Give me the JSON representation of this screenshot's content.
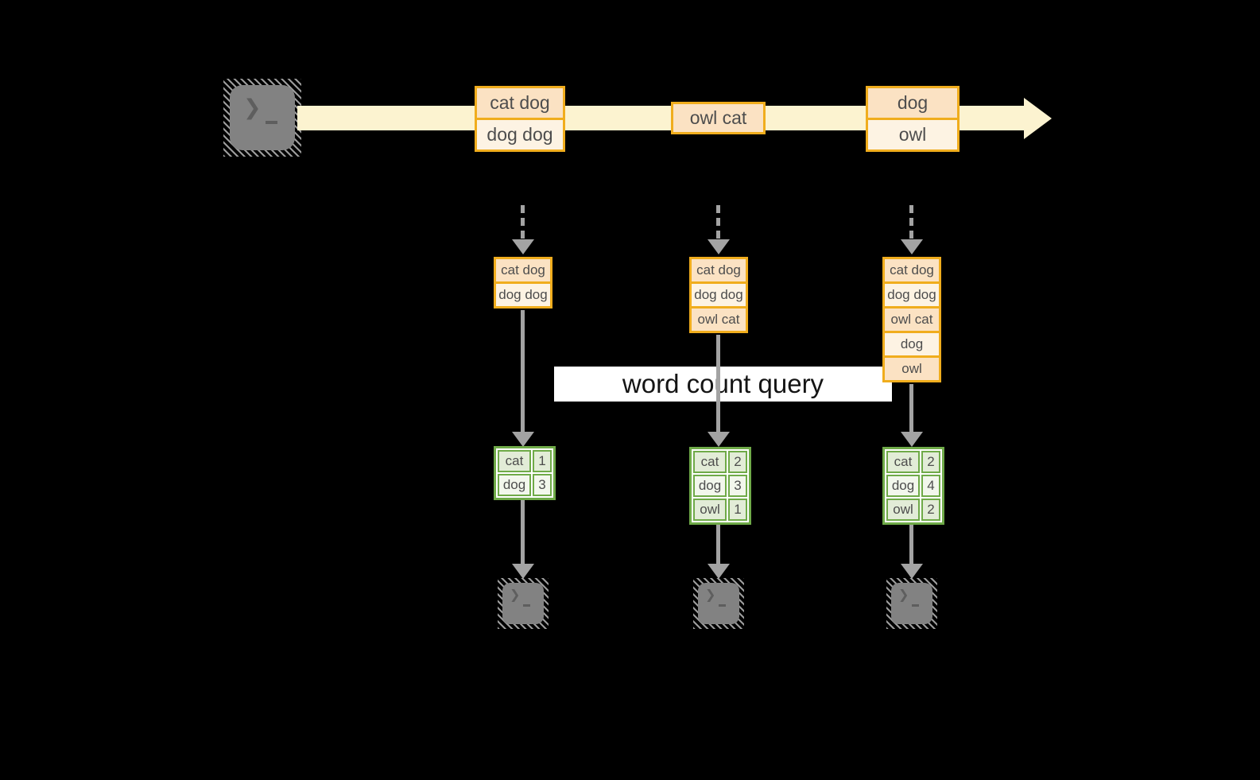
{
  "colors": {
    "bg": "#000000",
    "band": "#fcf3d0",
    "gold": "#f0ad1d",
    "peach": "#fbe2c3",
    "cream": "#fdf3e3",
    "green": "#6faa48",
    "sage": "#e2ecd7",
    "sage-light": "#f2f7ec",
    "arrow": "#a3a3a3",
    "term": "#828282",
    "term-glyph": "#5e5e5e",
    "cell-text": "#4d4d4d",
    "banner-bg": "#ffffff",
    "banner-text": "#141414"
  },
  "banner": {
    "label": "word count query"
  },
  "icons": {
    "prompt_chevron": "❯"
  },
  "stream_events": [
    {
      "rows": [
        "cat dog",
        "dog dog"
      ]
    },
    {
      "rows": [
        "owl cat"
      ]
    },
    {
      "rows": [
        "dog",
        "owl"
      ]
    }
  ],
  "columns": [
    {
      "buffer": [
        "cat dog",
        "dog dog"
      ],
      "counts": [
        {
          "word": "cat",
          "count": "1"
        },
        {
          "word": "dog",
          "count": "3"
        }
      ]
    },
    {
      "buffer": [
        "cat dog",
        "dog dog",
        "owl cat"
      ],
      "counts": [
        {
          "word": "cat",
          "count": "2"
        },
        {
          "word": "dog",
          "count": "3"
        },
        {
          "word": "owl",
          "count": "1"
        }
      ]
    },
    {
      "buffer": [
        "cat dog",
        "dog dog",
        "owl cat",
        "dog",
        "owl"
      ],
      "counts": [
        {
          "word": "cat",
          "count": "2"
        },
        {
          "word": "dog",
          "count": "4"
        },
        {
          "word": "owl",
          "count": "2"
        }
      ]
    }
  ]
}
